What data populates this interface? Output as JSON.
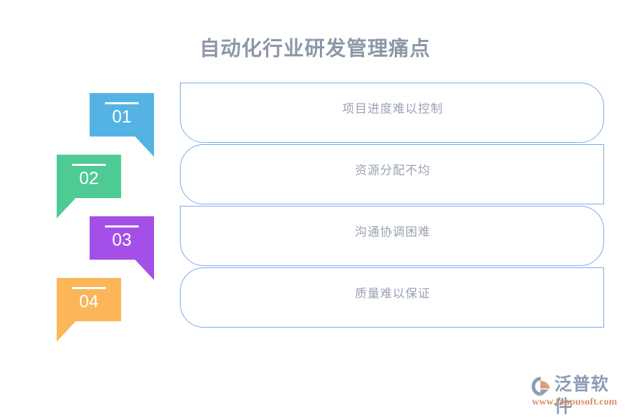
{
  "page": {
    "title": "自动化行业研发管理痛点",
    "background_color": "#ffffff",
    "title_color": "#8d96a8",
    "pill_border_color": "#7aa8ed",
    "pill_text_color": "#9aa2b4"
  },
  "items": [
    {
      "number": "01",
      "label": "项目进度难以控制",
      "color": "#55b3e4",
      "tail": "right",
      "pill_corner_style": "square-top-left"
    },
    {
      "number": "02",
      "label": "资源分配不均",
      "color": "#4ecb94",
      "tail": "left",
      "pill_corner_style": "square-top-right"
    },
    {
      "number": "03",
      "label": "沟通协调困难",
      "color": "#a450e8",
      "tail": "right",
      "pill_corner_style": "square-top-left"
    },
    {
      "number": "04",
      "label": "质量难以保证",
      "color": "#fbb65a",
      "tail": "left",
      "pill_corner_style": "square-top-right"
    }
  ],
  "logo": {
    "mark_icon": "fanpu-circle-logo-icon",
    "wordmark": "泛普软件",
    "url": "www.fanpusoft.com",
    "wordmark_color": "#8e9bb5",
    "url_color": "#d98d6a",
    "mark_color_primary": "#8e9bb5",
    "mark_color_secondary": "#e09b7c"
  }
}
